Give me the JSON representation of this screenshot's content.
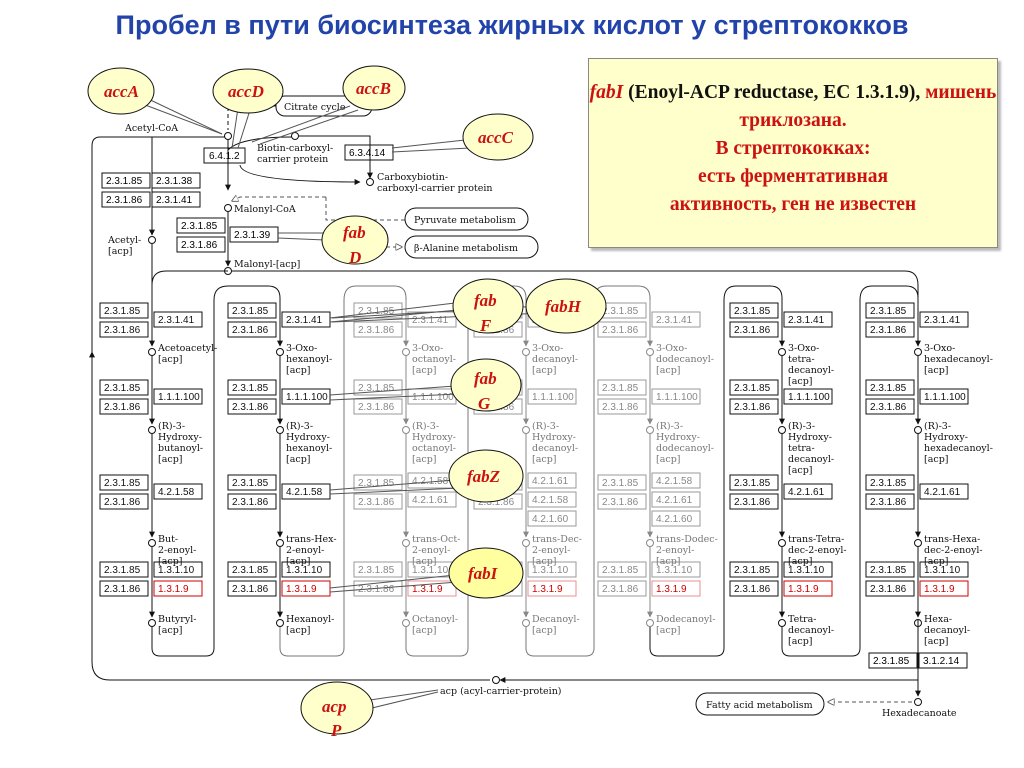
{
  "title": "Пробел в пути биосинтеза жирных кислот у стрептококков",
  "info": {
    "gene": "fabI",
    "desc": " (Enoyl-ACP reductase, EC 1.3.1.9),",
    "target": " мишень триклозана.",
    "line3": "В стрептококках:",
    "line4": "есть ферментативная",
    "line5": "активность, ген не известен"
  },
  "callouts": {
    "accA": "accA",
    "accD": "accD",
    "accB": "accB",
    "accC": "accC",
    "fabD1": "fab",
    "fabD2": "D",
    "fabF1": "fab",
    "fabF2": "F",
    "fabH": "fabH",
    "fabG1": "fab",
    "fabG2": "G",
    "fabZ": "fabZ",
    "fabI": "fabI",
    "acpP1": "acp",
    "acpP2": "P"
  },
  "top": {
    "citrate": "Citrate cycle",
    "acetylcoa": "Acetyl-CoA",
    "ec6412": "6.4.1.2",
    "biotin1": "Biotin-carboxyl-",
    "biotin2": "carrier protein",
    "ec6314": "6.3.4.14",
    "carboxy1": "Carboxybiotin-",
    "carboxy2": "carboxyl-carrier protein",
    "malonylcoa": "Malonyl-CoA",
    "pyruvate": "Pyruvate metabolism",
    "alanine": "β-Alanine metabolism",
    "acetylacp1": "Acetyl-",
    "acetylacp2": "[acp]",
    "malonylacp": "Malonyl-[acp]",
    "ec23139": "2.3.1.39",
    "ec23138": "2.3.1.38",
    "ec23141": "2.3.1.41",
    "ec23185": "2.3.1.85",
    "ec23186": "2.3.1.86"
  },
  "ecs": {
    "e23185": "2.3.1.85",
    "e23186": "2.3.1.86",
    "e23141": "2.3.1.41",
    "e111100": "1.1.1.100",
    "e42158": "4.2.1.58",
    "e42161": "4.2.1.61",
    "e42160": "4.2.1.60",
    "e13110": "1.3.1.10",
    "e1319": "1.3.1.9",
    "e31214": "3.1.2.14"
  },
  "mets": {
    "c4a1": "Acetoacetyl-",
    "c4a2": "[acp]",
    "c4b1": "(R)-3-",
    "c4b2": "Hydroxy-",
    "c4b3": "butanoyl-",
    "c4b4": "[acp]",
    "c4c1": "But-",
    "c4c2": "2-enoyl-",
    "c4c3": "[acp]",
    "c4d1": "Butyryl-",
    "c4d2": "[acp]",
    "c6a1": "3-Oxo-",
    "c6a2": "hexanoyl-",
    "c6a3": "[acp]",
    "c6b1": "(R)-3-",
    "c6b2": "Hydroxy-",
    "c6b3": "hexanoyl-",
    "c6b4": "[acp]",
    "c6c1": "trans-Hex-",
    "c6c2": "2-enoyl-",
    "c6c3": "[acp]",
    "c6d1": "Hexanoyl-",
    "c6d2": "[acp]",
    "c8a1": "3-Oxo-",
    "c8a2": "octanoyl-",
    "c8a3": "[acp]",
    "c8b1": "(R)-3-",
    "c8b2": "Hydroxy-",
    "c8b3": "octanoyl-",
    "c8b4": "[acp]",
    "c8c1": "trans-Oct-",
    "c8c2": "2-enoyl-",
    "c8c3": "[acp]",
    "c8d1": "Octanoyl-",
    "c8d2": "[acp]",
    "c10a1": "3-Oxo-",
    "c10a2": "decanoyl-",
    "c10a3": "[acp]",
    "c10b1": "(R)-3-",
    "c10b2": "Hydroxy-",
    "c10b3": "decanoyl-",
    "c10b4": "[acp]",
    "c10c1": "trans-Dec-",
    "c10c2": "2-enoyl-",
    "c10c3": "[acp]",
    "c10d1": "Decanoyl-",
    "c10d2": "[acp]",
    "c12a1": "3-Oxo-",
    "c12a2": "dodecanoyl-",
    "c12a3": "[acp]",
    "c12b1": "(R)-3-",
    "c12b2": "Hydroxy-",
    "c12b3": "dodecanoyl-",
    "c12b4": "[acp]",
    "c12c1": "trans-Dodec-",
    "c12c2": "2-enoyl-",
    "c12c3": "[acp]",
    "c12d1": "Dodecanoyl-",
    "c12d2": "[acp]",
    "c14a1": "3-Oxo-",
    "c14a2": "tetra-",
    "c14a3": "decanoyl-",
    "c14a4": "[acp]",
    "c14b1": "(R)-3-",
    "c14b2": "Hydroxy-",
    "c14b3": "tetra-",
    "c14b4": "decanoyl-",
    "c14b5": "[acp]",
    "c14c1": "trans-Tetra-",
    "c14c2": "dec-2-enoyl-",
    "c14c3": "[acp]",
    "c14d1": "Tetra-",
    "c14d2": "decanoyl-",
    "c14d3": "[acp]",
    "c16a1": "3-Oxo-",
    "c16a2": "hexadecanoyl-",
    "c16a3": "[acp]",
    "c16b1": "(R)-3-",
    "c16b2": "Hydroxy-",
    "c16b3": "hexadecanoyl-",
    "c16b4": "[acp]",
    "c16c1": "trans-Hexa-",
    "c16c2": "dec-2-enoyl-",
    "c16c3": "[acp]",
    "c16d1": "Hexa-",
    "c16d2": "decanoyl-",
    "c16d3": "[acp]"
  },
  "bottom": {
    "acp": "acp (acyl-carrier-protein)",
    "fattyacid": "Fatty acid metabolism",
    "hexadecanoate": "Hexadecanoate"
  }
}
